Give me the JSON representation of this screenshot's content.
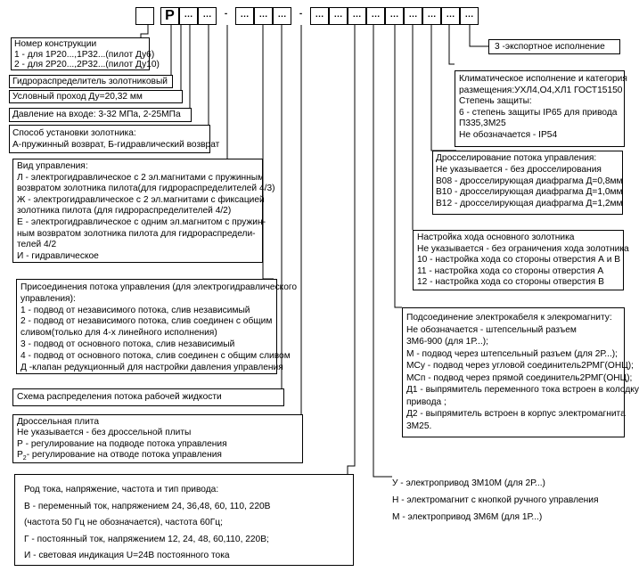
{
  "code_cells": [
    "",
    "Р",
    "…",
    "…",
    "-",
    "…",
    "…",
    "…",
    "-",
    "…",
    "…",
    "…",
    "…",
    "…",
    "…",
    "…"
  ],
  "boxes": {
    "design": {
      "title": "Номер конструкции",
      "lines": [
        "1 - для 1Р20...,1Р32...(пилот Ду6)",
        "2 - для 2Р20...,2Р32...(пилот Ду10)"
      ]
    },
    "type": "Гидрораспределитель золотниковый",
    "bore": "Условный проход Ду=20,32 мм",
    "pressure": "Давление на входе: 3-32 МПа, 2-25МПа",
    "spool_setting": {
      "title": "Способ установки золотника:",
      "lines": [
        "А-пружинный возврат, Б-гидравлический возврат"
      ]
    },
    "control": {
      "title": "Вид управления:",
      "lines": [
        "Л - электрогидравлическое с 2 эл.магнитами с пружинным",
        "возвратом золотника пилота(для гидрораспределителей 4/3)",
        "Ж - электрогидравлическое с 2 эл.магнитами с фиксацией",
        "золотника пилота (для гидрораспределителей 4/2)",
        "Е - электрогидравлическое с одним эл.магнитом с пружин-",
        "ным возвратом золотника пилота для гидрораспредели-",
        "телей 4/2",
        "И - гидравлическое"
      ]
    },
    "connection": {
      "title": "Присоединения потока управления (для электрогидравлического",
      "lines": [
        "управления):",
        "1 - подвод от независимого потока, слив независимый",
        "2 - подвод от независимого потока, слив соединен с общим",
        "сливом(только для 4-х линейного исполнения)",
        "3 - подвод от основного потока, слив независимый",
        "4 - подвод от основного потока, слив соединен с общим сливом",
        "Д -клапан редукционный для настройки давления управления"
      ]
    },
    "scheme": "Схема распределения потока рабочей жидкости",
    "throttle_plate": {
      "title": "Дроссельная плита",
      "lines": [
        "Не указывается - без дроссельной плиты",
        "Р - регулирование на подводе потока управления"
      ],
      "last_main": "Р",
      "last_sub": "2",
      "last_rest": "- регулирование на отводе потока управления"
    },
    "current": {
      "lines": [
        "Род тока, напряжение, частота и тип привода:",
        "В - переменный ток, напряжением 24, 36,48, 60, 110, 220В",
        "(частота 50 Гц не обозначается), частота 60Гц;",
        "Г - постоянный ток, напряжением  12, 24, 48, 60,110, 220В;",
        "И - световая индикация U=24В постоянного тока"
      ]
    },
    "export": "3 -экспортное исполнение",
    "climate": {
      "lines": [
        "Климатическое исполнение и категория",
        "размещения:УХЛ4,О4,ХЛ1 ГОСТ15150",
        "Степень защиты:",
        "6 - степень защиты IP65 для привода",
        "П335,3М25",
        "Не обозначается - IP54"
      ]
    },
    "throttling": {
      "title": "Дросселирование потока управления:",
      "lines": [
        "Не указывается - без дросселирования",
        "В08 - дросселирующая диафрагма Д=0,8мм",
        "В10 - дросселирующая диафрагма Д=1,0мм",
        "В12 - дросселирующая диафрагма Д=1,2мм"
      ]
    },
    "stroke": {
      "title": "Настройка хода основного золотника",
      "lines": [
        "Не указывается - без ограничения хода золотника",
        "10 - настройка хода со стороны отверстия А и В",
        "11 - настройка хода со стороны отверстия А",
        "12 - настройка хода со стороны отверстия В"
      ]
    },
    "cable": {
      "title": "Подсоединение электрокабеля к элекромагниту:",
      "lines": [
        "Не обозначается - штепсельный разъем",
        "3М6-900 (для 1Р...);",
        "М - подвод через штепсельный разъем (для 2Р...);",
        "МСу - подвод через угловой соединитель2РМГ(ОНЦ);",
        "МСп - подвод через прямой соединитель2РМГ(ОНЦ);",
        "Д1 - выпрямитель переменного тока встроен в колодку",
        "привода ;",
        "Д2 - выпрямитель встроен в корпус электромагнита",
        "3М25."
      ]
    },
    "drive": {
      "lines": [
        "У - электропривод 3М10М (для 2Р...)",
        "Н - электромагнит с кнопкой ручного управления",
        "М - электропривод 3М6М (для 1Р...)"
      ]
    }
  }
}
